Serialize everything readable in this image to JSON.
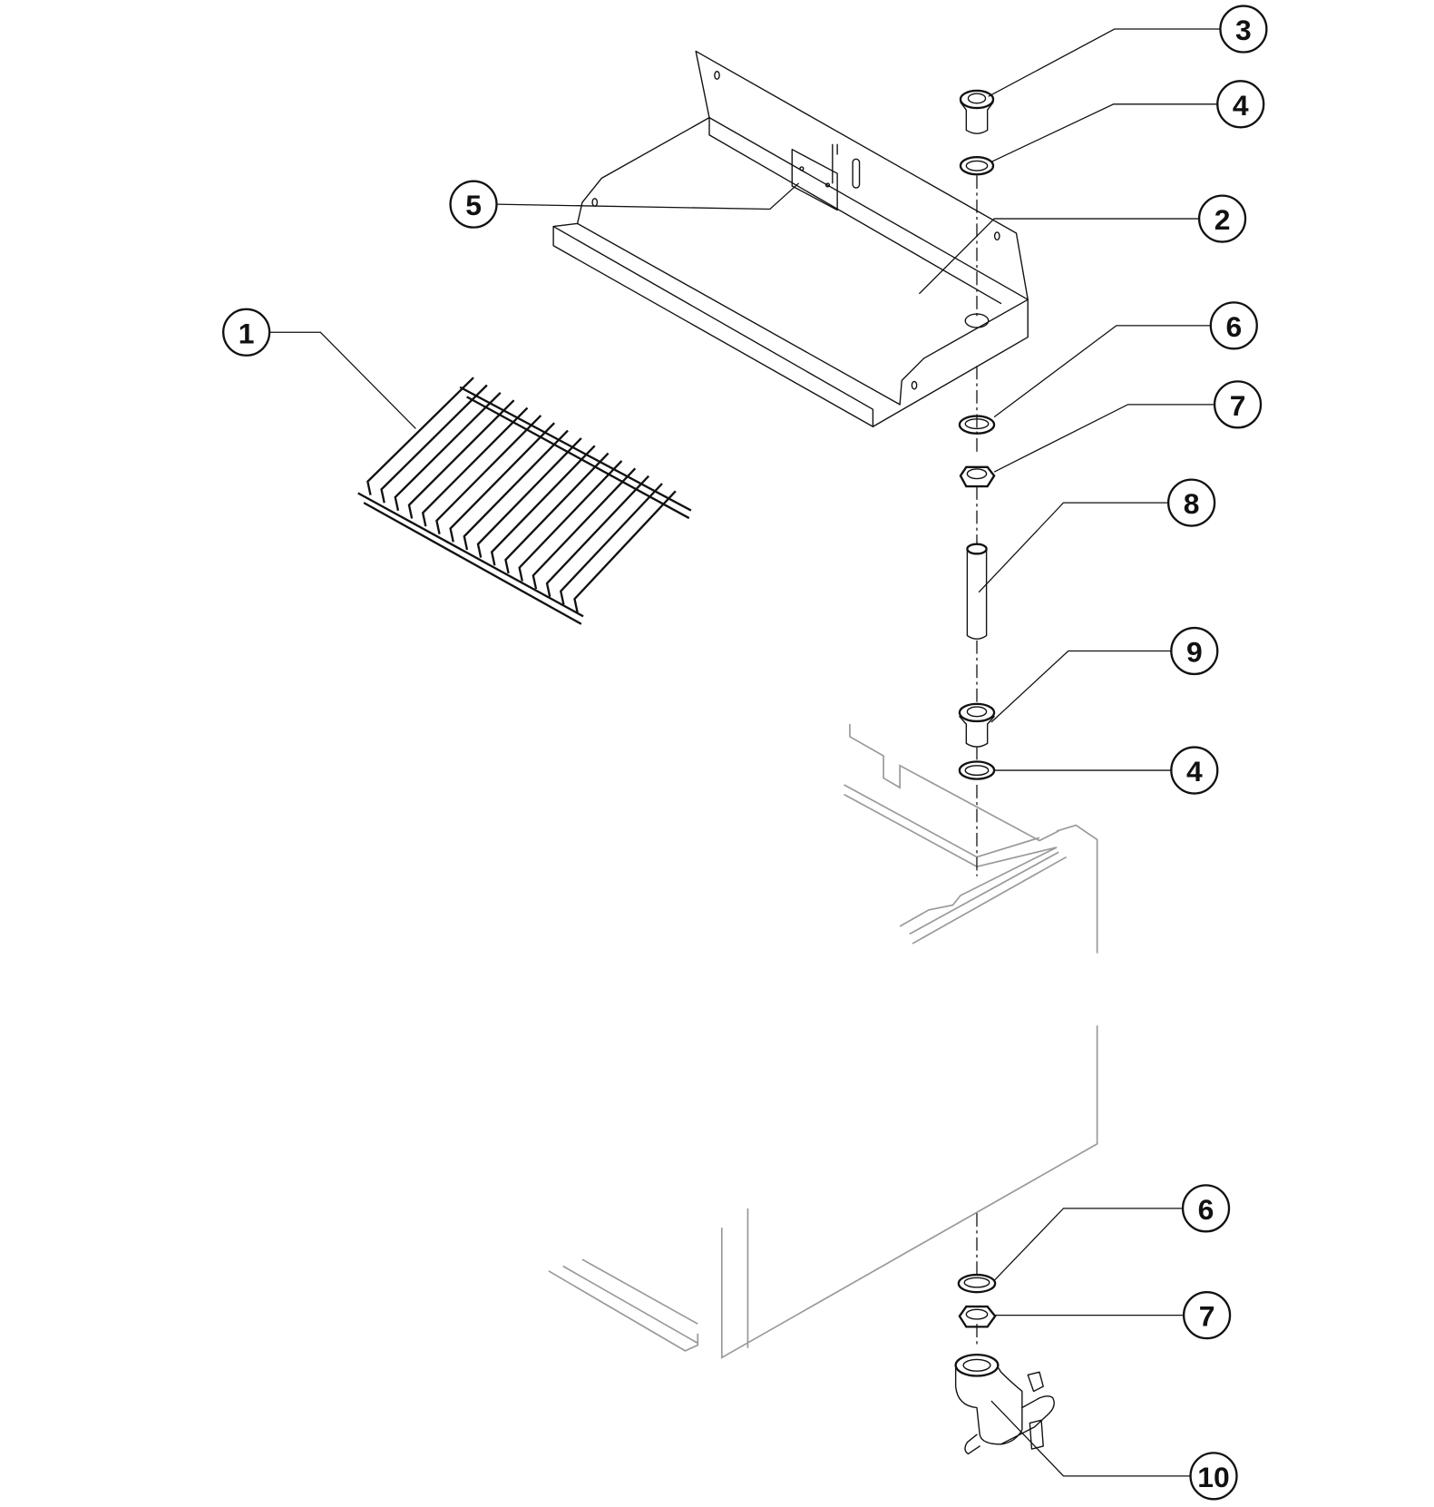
{
  "diagram": {
    "type": "exploded parts view",
    "line_color": "#111111",
    "cabinet_color": "#9a9a9a"
  },
  "callouts": [
    {
      "label": "3",
      "part": "bushing-top"
    },
    {
      "label": "4",
      "part": "washer-top"
    },
    {
      "label": "2",
      "part": "drip-tray"
    },
    {
      "label": "5",
      "part": "bracket"
    },
    {
      "label": "1",
      "part": "grate"
    },
    {
      "label": "6",
      "part": "gasket-upper"
    },
    {
      "label": "7",
      "part": "nut-upper"
    },
    {
      "label": "8",
      "part": "drain-tube"
    },
    {
      "label": "9",
      "part": "bushing-lower"
    },
    {
      "label": "4",
      "part": "washer-lower"
    },
    {
      "label": "6",
      "part": "gasket-lower"
    },
    {
      "label": "7",
      "part": "nut-lower"
    },
    {
      "label": "10",
      "part": "drain-valve"
    }
  ]
}
